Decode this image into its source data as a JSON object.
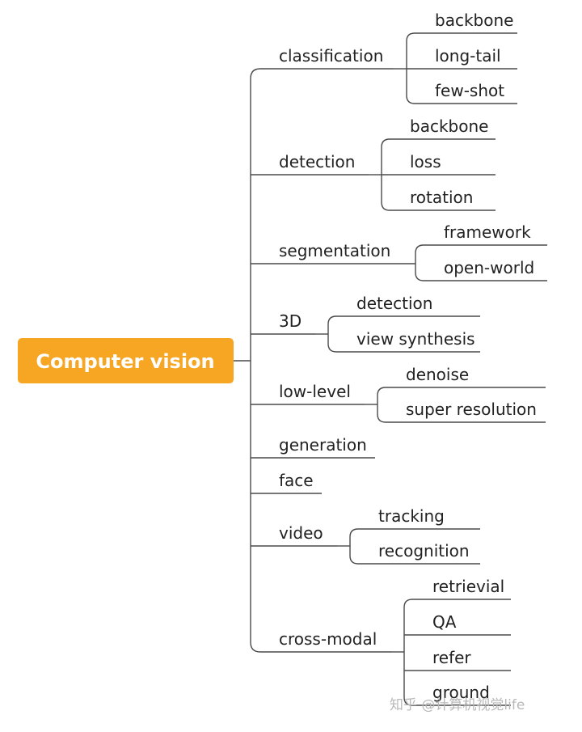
{
  "root": {
    "label": "Computer vision",
    "color": "#f6a623"
  },
  "branches": [
    {
      "label": "classification",
      "children": [
        "backbone",
        "long-tail",
        "few-shot"
      ]
    },
    {
      "label": "detection",
      "children": [
        "backbone",
        "loss",
        "rotation"
      ]
    },
    {
      "label": "segmentation",
      "children": [
        "framework",
        "open-world"
      ]
    },
    {
      "label": "3D",
      "children": [
        "detection",
        "view synthesis"
      ]
    },
    {
      "label": "low-level",
      "children": [
        "denoise",
        "super resolution"
      ]
    },
    {
      "label": "generation",
      "children": []
    },
    {
      "label": "face",
      "children": []
    },
    {
      "label": "video",
      "children": [
        "tracking",
        "recognition"
      ]
    },
    {
      "label": "cross-modal",
      "children": [
        "retrievial",
        "QA",
        "refer",
        "ground"
      ]
    }
  ],
  "watermark": "知乎 @计算机视觉life"
}
